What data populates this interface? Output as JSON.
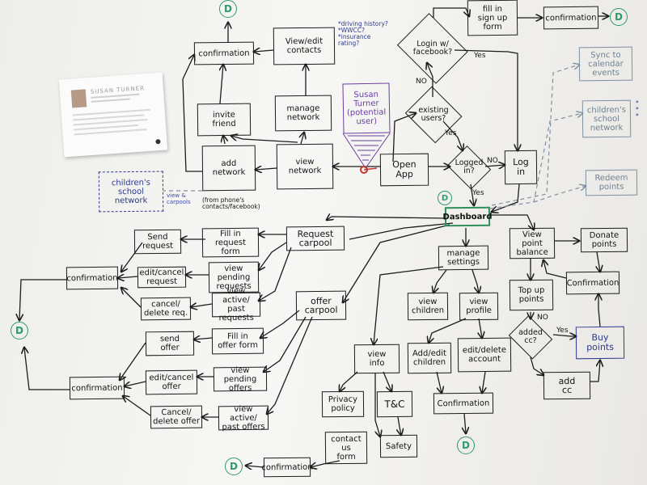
{
  "diagram": {
    "nodes": {
      "confirmation_top": "confirmation",
      "view_edit_contacts": "View/edit\ncontacts",
      "invite_friend": "invite\nfriend",
      "manage_network": "manage\nnetwork",
      "add_network": "add\nnetwork",
      "view_network": "view\nnetwork",
      "childrens_school_network_left": "children's\nschool\nnetwork",
      "login_facebook": "Login w/\nfacebook?",
      "fill_sign_up": "fill in\nsign up\nform",
      "confirmation_signup": "confirmation",
      "existing_users": "existing\nusers?",
      "open_app": "Open\nApp",
      "logged_in": "Logged\nin?",
      "log_in": "Log\nin",
      "sync_calendar": "Sync to\ncalendar\nevents",
      "childrens_school_network_right": "children's\nschool\nnetwork",
      "redeem_points": "Redeem\npoints",
      "dashboard": "Dashboard",
      "send_request": "Send\nrequest",
      "fill_request_form": "Fill in\nrequest\nform",
      "request_carpool": "Request\ncarpool",
      "confirmation_request": "confirmation",
      "edit_cancel_request": "edit/cancel\nrequest",
      "view_pending_requests": "view\npending\nrequests",
      "cancel_delete_req": "cancel/\ndelete req.",
      "view_active_past_requests": "view active/\npast requests",
      "offer_carpool": "offer\ncarpool",
      "send_offer": "send\noffer",
      "fill_offer_form": "Fill in\noffer form",
      "confirmation_offer": "confirmation",
      "edit_cancel_offer": "edit/cancel\noffer",
      "view_pending_offers": "view\npending offers",
      "cancel_delete_offer": "Cancel/\ndelete offer",
      "view_active_past_offers": "view active/\npast offers",
      "manage_settings": "manage\nsettings",
      "view_children": "view\nchildren",
      "view_profile": "view\nprofile",
      "view_info": "view\ninfo",
      "add_edit_children": "Add/edit\nchildren",
      "edit_delete_account": "edit/delete\naccount",
      "privacy_policy": "Privacy\npolicy",
      "tc": "T&C",
      "confirmation_settings": "Confirmation",
      "contact_us_form": "contact\nus\nform",
      "safety": "Safety",
      "confirmation_bottom": "confirmation",
      "view_point_balance": "View\npoint\nbalance",
      "donate_points": "Donate\npoints",
      "confirmation_points": "Confirmation",
      "top_up_points": "Top up\npoints",
      "added_cc": "added\ncc?",
      "buy_points": "Buy\npoints",
      "add_cc": "add\ncc"
    },
    "persona": "Susan\nTurner\n(potential\nuser)",
    "resume_name": "SUSAN TURNER",
    "terminal": "D",
    "edge_labels": {
      "no_login_fb": "NO",
      "yes_login_fb": "Yes",
      "yes_existing": "Yes",
      "no_logged": "NO",
      "yes_logged": "Yes",
      "no_added_cc": "NO",
      "yes_added_cc": "Yes",
      "from_phone": "(from phone's\ncontacts/facebook)",
      "view_carpools": "view &\ncarpools"
    },
    "annotations": {
      "contacts_notes": "*driving history?\n*WWCC?\n*insurance\n rating?",
      "right_notes": "*\n*\n*"
    },
    "colors": {
      "ink": "#1c1c1c",
      "terminal_green": "#2f9a6a",
      "annotation_blue": "#2d3a8c",
      "persona_purple": "#6b3fa0",
      "future_gray": "#7f90a2",
      "open_app_red": "#c0392b"
    }
  }
}
